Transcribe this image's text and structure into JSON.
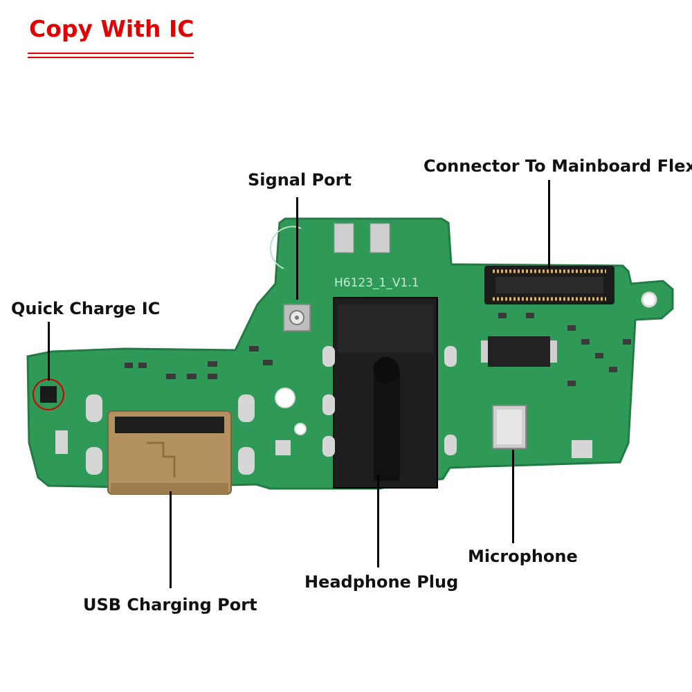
{
  "title": "Copy With IC",
  "colors": {
    "title": "#e30000",
    "pcb": "#2f9a58",
    "connector": "#1c1c1c",
    "usb_metal": "#b39260",
    "highlight_circle": "#d40000"
  },
  "board": {
    "silkscreen": "H6123_1_V1.1"
  },
  "labels": {
    "signal_port": "Signal Port",
    "connector_flex": "Connector To Mainboard Flex",
    "quick_charge_ic": "Quick Charge IC",
    "microphone": "Microphone",
    "headphone_plug": "Headphone Plug",
    "usb_charging_port": "USB Charging Port"
  }
}
